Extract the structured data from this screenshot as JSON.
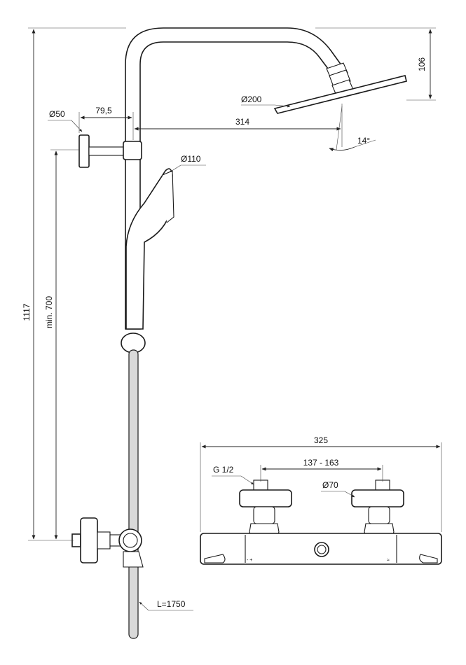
{
  "labels": {
    "total_height": "1117",
    "min_height": "min. 700",
    "head_height": "106",
    "head_diameter": "Ø200",
    "arm_reach": "314",
    "head_angle": "14°",
    "wall_bracket_diameter": "Ø50",
    "bracket_offset": "79,5",
    "hand_shower_diameter": "Ø110",
    "hose_length": "L=1750",
    "mixer_width": "325",
    "connection_size": "G 1/2",
    "inlet_spacing": "137 - 163",
    "escutcheon_diameter": "Ø70"
  }
}
